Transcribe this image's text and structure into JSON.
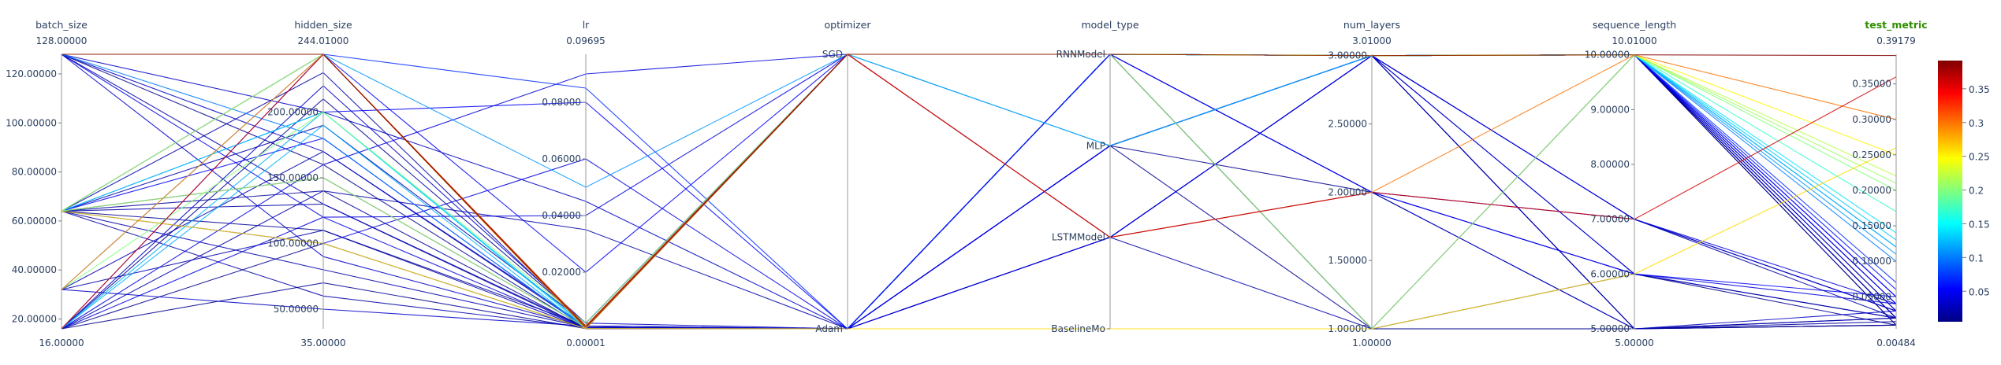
{
  "chart_data": {
    "type": "parallel_coordinates",
    "color_dimension": "test_metric",
    "colorscale": "jet",
    "colorbar": {
      "range": [
        0.00484,
        0.39179
      ],
      "ticks": [
        0.05,
        0.1,
        0.15,
        0.2,
        0.25,
        0.3,
        0.35
      ]
    },
    "dimensions": [
      {
        "key": "batch_size",
        "label": "batch_size",
        "kind": "numeric",
        "range": [
          16,
          128
        ],
        "range_labels": [
          "16.00000",
          "128.00000"
        ],
        "ticks": [
          {
            "v": 20,
            "label": "20.00000"
          },
          {
            "v": 40,
            "label": "40.00000"
          },
          {
            "v": 60,
            "label": "60.00000"
          },
          {
            "v": 80,
            "label": "80.00000"
          },
          {
            "v": 100,
            "label": "100.00000"
          },
          {
            "v": 120,
            "label": "120.00000"
          }
        ]
      },
      {
        "key": "hidden_size",
        "label": "hidden_size",
        "kind": "numeric",
        "range": [
          35,
          244.01
        ],
        "range_labels": [
          "35.00000",
          "244.01000"
        ],
        "ticks": [
          {
            "v": 50,
            "label": "50.00000"
          },
          {
            "v": 100,
            "label": "100.00000"
          },
          {
            "v": 150,
            "label": "150.00000"
          },
          {
            "v": 200,
            "label": "200.00000"
          }
        ]
      },
      {
        "key": "lr",
        "label": "lr",
        "kind": "numeric",
        "range": [
          1e-05,
          0.09695
        ],
        "range_labels": [
          "0.00001",
          "0.09695"
        ],
        "ticks": [
          {
            "v": 0.02,
            "label": "0.02000"
          },
          {
            "v": 0.04,
            "label": "0.04000"
          },
          {
            "v": 0.06,
            "label": "0.06000"
          },
          {
            "v": 0.08,
            "label": "0.08000"
          }
        ]
      },
      {
        "key": "optimizer",
        "label": "optimizer",
        "kind": "categorical",
        "categories": [
          "Adam",
          "SGD"
        ]
      },
      {
        "key": "model_type",
        "label": "model_type",
        "kind": "categorical",
        "categories": [
          "BaselineMo",
          "LSTMModel",
          "MLP",
          "RNNModel"
        ]
      },
      {
        "key": "num_layers",
        "label": "num_layers",
        "kind": "numeric",
        "range": [
          1,
          3.01
        ],
        "range_labels": [
          "1.00000",
          "3.01000"
        ],
        "ticks": [
          {
            "v": 1,
            "label": "1.00000"
          },
          {
            "v": 1.5,
            "label": "1.50000"
          },
          {
            "v": 2,
            "label": "2.00000"
          },
          {
            "v": 2.5,
            "label": "2.50000"
          },
          {
            "v": 3,
            "label": "3.00000"
          }
        ]
      },
      {
        "key": "sequence_length",
        "label": "sequence_length",
        "kind": "numeric",
        "range": [
          5,
          10.01
        ],
        "range_labels": [
          "5.00000",
          "10.01000"
        ],
        "ticks": [
          {
            "v": 5,
            "label": "5.00000"
          },
          {
            "v": 6,
            "label": "6.00000"
          },
          {
            "v": 7,
            "label": "7.00000"
          },
          {
            "v": 8,
            "label": "8.00000"
          },
          {
            "v": 9,
            "label": "9.00000"
          },
          {
            "v": 10,
            "label": "10.00000"
          }
        ]
      },
      {
        "key": "test_metric",
        "label": "test_metric",
        "kind": "numeric",
        "highlight": true,
        "range": [
          0.00484,
          0.39179
        ],
        "range_labels": [
          "0.00484",
          "0.39179"
        ],
        "ticks": [
          {
            "v": 0.05,
            "label": "0.05000"
          },
          {
            "v": 0.1,
            "label": "0.10000"
          },
          {
            "v": 0.15,
            "label": "0.15000"
          },
          {
            "v": 0.2,
            "label": "0.20000"
          },
          {
            "v": 0.25,
            "label": "0.25000"
          },
          {
            "v": 0.3,
            "label": "0.30000"
          },
          {
            "v": 0.35,
            "label": "0.35000"
          }
        ]
      }
    ],
    "records": [
      [
        128,
        244,
        0.0005,
        "SGD",
        "RNNModel",
        3,
        10,
        0.39
      ],
      [
        32,
        244,
        0.0001,
        "SGD",
        "LSTMModel",
        2,
        10,
        0.3
      ],
      [
        64,
        100,
        0.0001,
        "Adam",
        "BaselineMo",
        1,
        6,
        0.26
      ],
      [
        128,
        244,
        0.001,
        "SGD",
        "RNNModel",
        3,
        10,
        0.25
      ],
      [
        64,
        244,
        0.0005,
        "SGD",
        "RNNModel",
        3,
        10,
        0.22
      ],
      [
        32,
        200,
        0.002,
        "SGD",
        "RNNModel",
        3,
        10,
        0.2
      ],
      [
        64,
        150,
        0.0005,
        "SGD",
        "RNNModel",
        1,
        10,
        0.21
      ],
      [
        16,
        244,
        0.001,
        "SGD",
        "LSTMModel",
        2,
        7,
        0.36
      ],
      [
        128,
        244,
        0.0001,
        "SGD",
        "RNNModel",
        3,
        10,
        0.17
      ],
      [
        64,
        200,
        0.0005,
        "SGD",
        "RNNModel",
        3,
        10,
        0.14
      ],
      [
        32,
        244,
        0.0005,
        "SGD",
        "MLP",
        3,
        10,
        0.13
      ],
      [
        16,
        200,
        0.001,
        "SGD",
        "RNNModel",
        3,
        10,
        0.12
      ],
      [
        64,
        244,
        0.05,
        "SGD",
        "RNNModel",
        3,
        10,
        0.11
      ],
      [
        128,
        180,
        0.0001,
        "SGD",
        "RNNModel",
        3,
        10,
        0.1
      ],
      [
        128,
        244,
        0.085,
        "Adam",
        "RNNModel",
        3,
        10,
        0.07
      ],
      [
        64,
        200,
        0.08,
        "Adam",
        "MLP",
        3,
        10,
        0.05
      ],
      [
        16,
        160,
        0.09,
        "SGD",
        "LSTMModel",
        3,
        10,
        0.04
      ],
      [
        64,
        100,
        0.06,
        "Adam",
        "RNNModel",
        3,
        7,
        0.04
      ],
      [
        16,
        120,
        0.04,
        "SGD",
        "MLP",
        3,
        10,
        0.04
      ],
      [
        128,
        200,
        0.045,
        "Adam",
        "LSTMModel",
        2,
        7,
        0.03
      ],
      [
        64,
        244,
        0.02,
        "SGD",
        "RNNModel",
        3,
        10,
        0.05
      ],
      [
        16,
        140,
        0.035,
        "Adam",
        "RNNModel",
        1,
        10,
        0.02
      ],
      [
        32,
        50,
        0.001,
        "Adam",
        "MLP",
        3,
        10,
        0.03
      ],
      [
        64,
        180,
        0.0001,
        "Adam",
        "RNNModel",
        2,
        6,
        0.05
      ],
      [
        128,
        120,
        0.0001,
        "Adam",
        "LSTMModel",
        3,
        6,
        0.04
      ],
      [
        64,
        60,
        0.0005,
        "SGD",
        "RNNModel",
        3,
        10,
        0.02
      ],
      [
        16,
        100,
        0.0001,
        "Adam",
        "MLP",
        1,
        5,
        0.01
      ],
      [
        64,
        80,
        0.0005,
        "Adam",
        "RNNModel",
        2,
        6,
        0.02
      ],
      [
        128,
        170,
        0.001,
        "SGD",
        "RNNModel",
        3,
        7,
        0.03
      ],
      [
        64,
        130,
        0.0001,
        "Adam",
        "LSTMModel",
        3,
        5,
        0.02
      ],
      [
        16,
        210,
        0.002,
        "SGD",
        "RNNModel",
        3,
        10,
        0.01
      ],
      [
        64,
        150,
        0.0005,
        "Adam",
        "RNNModel",
        1,
        5,
        0.01
      ],
      [
        32,
        110,
        0.0001,
        "Adam",
        "MLP",
        3,
        5,
        0.02
      ],
      [
        128,
        90,
        0.0005,
        "Adam",
        "RNNModel",
        2,
        5,
        0.03
      ],
      [
        64,
        230,
        0.001,
        "SGD",
        "LSTMModel",
        3,
        10,
        0.02
      ],
      [
        16,
        70,
        0.0001,
        "Adam",
        "RNNModel",
        3,
        6,
        0.01
      ],
      [
        64,
        190,
        0.002,
        "SGD",
        "RNNModel",
        3,
        7,
        0.02
      ],
      [
        16,
        244,
        0.0005,
        "SGD",
        "RNNModel",
        3,
        10,
        0.06
      ],
      [
        128,
        160,
        0.0001,
        "Adam",
        "MLP",
        2,
        5,
        0.01
      ],
      [
        64,
        110,
        0.001,
        "Adam",
        "RNNModel",
        3,
        10,
        0.01
      ],
      [
        16,
        190,
        0.0001,
        "SGD",
        "RNNModel",
        3,
        10,
        0.12
      ],
      [
        32,
        170,
        0.0005,
        "Adam",
        "LSTMModel",
        1,
        6,
        0.02
      ],
      [
        64,
        140,
        0.0001,
        "Adam",
        "RNNModel",
        3,
        5,
        0.015
      ],
      [
        16,
        220,
        0.002,
        "Adam",
        "MLP",
        3,
        10,
        0.03
      ],
      [
        128,
        130,
        0.0005,
        "SGD",
        "RNNModel",
        3,
        10,
        0.02
      ]
    ]
  }
}
